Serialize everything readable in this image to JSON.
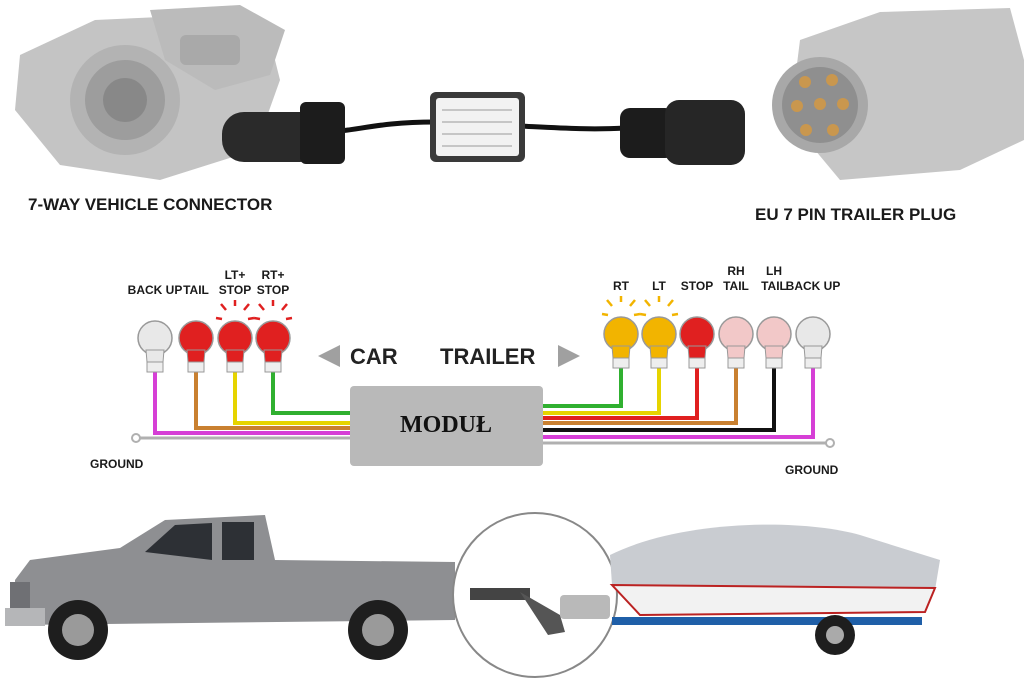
{
  "labels": {
    "vehicle_connector": "7-WAY VEHICLE CONNECTOR",
    "trailer_plug": "EU 7 PIN TRAILER PLUG",
    "car": "CAR",
    "trailer": "TRAILER",
    "module": "MODUŁ",
    "ground_left": "GROUND",
    "ground_right": "GROUND"
  },
  "car_lamps": [
    {
      "line1": "",
      "line2": "BACK UP",
      "color": "#e8e8e8",
      "wire": "#d63fd6",
      "rays": false
    },
    {
      "line1": "",
      "line2": "TAIL",
      "color": "#e02020",
      "wire": "#c98030",
      "rays": false
    },
    {
      "line1": "LT+",
      "line2": "STOP",
      "color": "#e02020",
      "wire": "#e6d400",
      "rays": true
    },
    {
      "line1": "RT+",
      "line2": "STOP",
      "color": "#e02020",
      "wire": "#30b030",
      "rays": true
    }
  ],
  "trailer_lamps": [
    {
      "line1": "",
      "line2": "RT",
      "color": "#f2b400",
      "wire": "#30b030",
      "rays": true
    },
    {
      "line1": "",
      "line2": "LT",
      "color": "#f2b400",
      "wire": "#e6d400",
      "rays": true
    },
    {
      "line1": "",
      "line2": "STOP",
      "color": "#e02020",
      "wire": "#e02020",
      "rays": false
    },
    {
      "line1": "RH",
      "line2": "TAIL",
      "color": "#f2c8c8",
      "wire": "#c98030",
      "rays": false
    },
    {
      "line1": "LH",
      "line2": "TAIL",
      "color": "#f2c8c8",
      "wire": "#111111",
      "rays": false
    },
    {
      "line1": "",
      "line2": "BACK UP",
      "color": "#e8e8e8",
      "wire": "#d63fd6",
      "rays": false
    }
  ],
  "colors": {
    "ground_wire": "#b0b0b0",
    "module_fill": "#b9b9b9",
    "arrow": "#a0a0a0",
    "truck": "#8e8f92",
    "boat_cover": "#c9ccd1",
    "trailer_frame": "#1f5fa8"
  }
}
